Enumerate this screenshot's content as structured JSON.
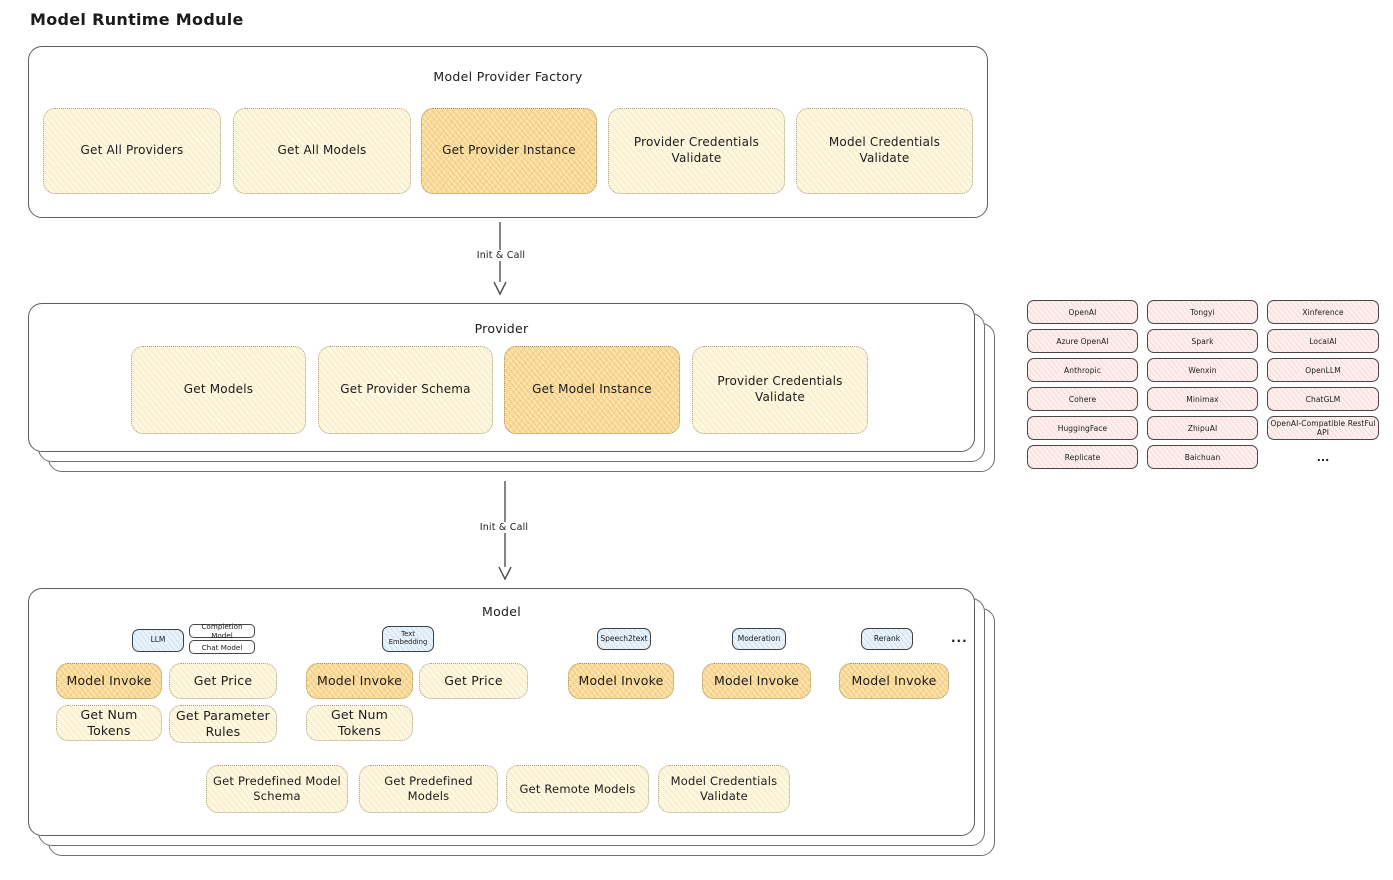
{
  "page": {
    "title": "Model Runtime Module"
  },
  "colors": {
    "card_border": "#5d5d5d",
    "cream_fill": "#fdf8e3",
    "highlight_fill": "#fae4b0",
    "blue_fill": "#e9f3fb",
    "pink_fill": "#fdf0ef",
    "text": "#1b1b1b"
  },
  "arrows": {
    "top_label": "Init & Call",
    "bottom_label": "Init & Call"
  },
  "factory": {
    "title": "Model Provider Factory",
    "buttons": [
      {
        "label": "Get All Providers",
        "highlight": false
      },
      {
        "label": "Get All Models",
        "highlight": false
      },
      {
        "label": "Get Provider Instance",
        "highlight": true
      },
      {
        "label": "Provider Credentials Validate",
        "highlight": false
      },
      {
        "label": "Model Credentials Validate",
        "highlight": false
      }
    ]
  },
  "provider": {
    "title": "Provider",
    "buttons": [
      {
        "label": "Get Models",
        "highlight": false
      },
      {
        "label": "Get Provider Schema",
        "highlight": false
      },
      {
        "label": "Get Model Instance",
        "highlight": true
      },
      {
        "label": "Provider Credentials Validate",
        "highlight": false
      }
    ]
  },
  "provider_list": {
    "columns": [
      [
        "OpenAI",
        "Azure OpenAI",
        "Anthropic",
        "Cohere",
        "HuggingFace",
        "Replicate"
      ],
      [
        "Tongyi",
        "Spark",
        "Wenxin",
        "Minimax",
        "ZhipuAI",
        "Baichuan"
      ],
      [
        "Xinference",
        "LocalAI",
        "OpenLLM",
        "ChatGLM",
        "OpenAI-Compatible RestFul API"
      ]
    ],
    "more": "..."
  },
  "model": {
    "title": "Model",
    "tabs": {
      "llm": "LLM",
      "completion_model": "Completion Model",
      "chat_model": "Chat Model",
      "text_embedding": "Text Embedding",
      "speech2text": "Speech2text",
      "moderation": "Moderation",
      "rerank": "Rerank",
      "more": "..."
    },
    "llm_buttons": [
      "Model Invoke",
      "Get Price",
      "Get Num Tokens",
      "Get Parameter Rules"
    ],
    "embedding_buttons": [
      "Model Invoke",
      "Get Price",
      "Get Num Tokens"
    ],
    "speech2text_buttons": [
      "Model Invoke"
    ],
    "moderation_buttons": [
      "Model Invoke"
    ],
    "rerank_buttons": [
      "Model Invoke"
    ],
    "bottom_buttons": [
      "Get Predefined Model Schema",
      "Get Predefined Models",
      "Get Remote Models",
      "Model Credentials Validate"
    ]
  }
}
